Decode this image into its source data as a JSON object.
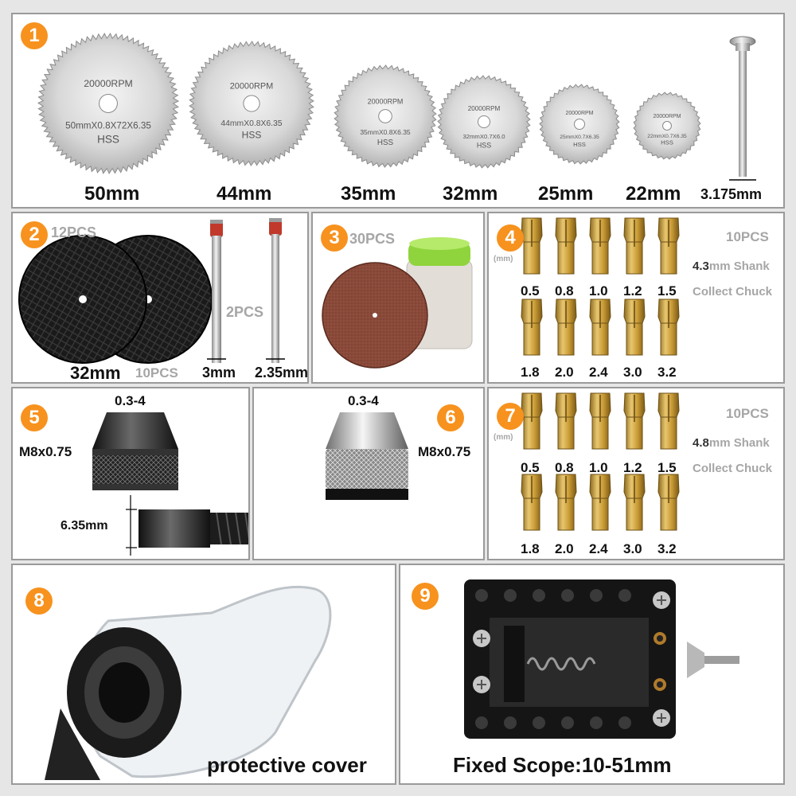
{
  "panel1": {
    "badge": "1",
    "blades": [
      {
        "size": "50mm",
        "rpm": "20000RPM",
        "spec": "50mmX0.8X72X6.35",
        "mat": "HSS"
      },
      {
        "size": "44mm",
        "rpm": "20000RPM",
        "spec": "44mmX0.8X6.35",
        "mat": "HSS"
      },
      {
        "size": "35mm",
        "rpm": "20000RPM",
        "spec": "35mmX0.8X6.35",
        "mat": "HSS"
      },
      {
        "size": "32mm",
        "rpm": "20000RPM",
        "spec": "32mmX0.7X6.0",
        "mat": "HSS"
      },
      {
        "size": "25mm",
        "rpm": "20000RPM",
        "spec": "25mmX0.7X6.35",
        "mat": "HSS"
      },
      {
        "size": "22mm",
        "rpm": "20000RPM",
        "spec": "22mmX0.7X6.35",
        "mat": "HSS"
      }
    ],
    "mandrel_size": "3.175mm"
  },
  "panel2": {
    "badge": "2",
    "disc_count": "12PCS",
    "disc_size": "32mm",
    "disc_qty": "10PCS",
    "mandrel_count": "2PCS",
    "mandrel_a": "3mm",
    "mandrel_b": "2.35mm"
  },
  "panel3": {
    "badge": "3",
    "count": "30PCS"
  },
  "panel4": {
    "badge": "4",
    "unit": "(mm)",
    "count": "10PCS",
    "shank": "4.3",
    "shank_suffix": "mm Shank",
    "desc": "Collect Chuck",
    "row1": [
      "0.5",
      "0.8",
      "1.0",
      "1.2",
      "1.5"
    ],
    "row2": [
      "1.8",
      "2.0",
      "2.4",
      "3.0",
      "3.2"
    ]
  },
  "panel5": {
    "badge": "5",
    "range": "0.3-4",
    "thread": "M8x0.75",
    "shaft": "6.35mm"
  },
  "panel6": {
    "badge": "6",
    "range": "0.3-4",
    "thread": "M8x0.75"
  },
  "panel7": {
    "badge": "7",
    "unit": "(mm)",
    "count": "10PCS",
    "shank": "4.8",
    "shank_suffix": "mm Shank",
    "desc": "Collect Chuck",
    "row1": [
      "0.5",
      "0.8",
      "1.0",
      "1.2",
      "1.5"
    ],
    "row2": [
      "1.8",
      "2.0",
      "2.4",
      "3.0",
      "3.2"
    ]
  },
  "panel8": {
    "badge": "8",
    "caption": "protective cover"
  },
  "panel9": {
    "badge": "9",
    "caption": "Fixed Scope:10-51mm"
  },
  "colors": {
    "badge": "#f7921e",
    "brass": "#c9a24a",
    "panel_border": "#9a9a9a"
  }
}
